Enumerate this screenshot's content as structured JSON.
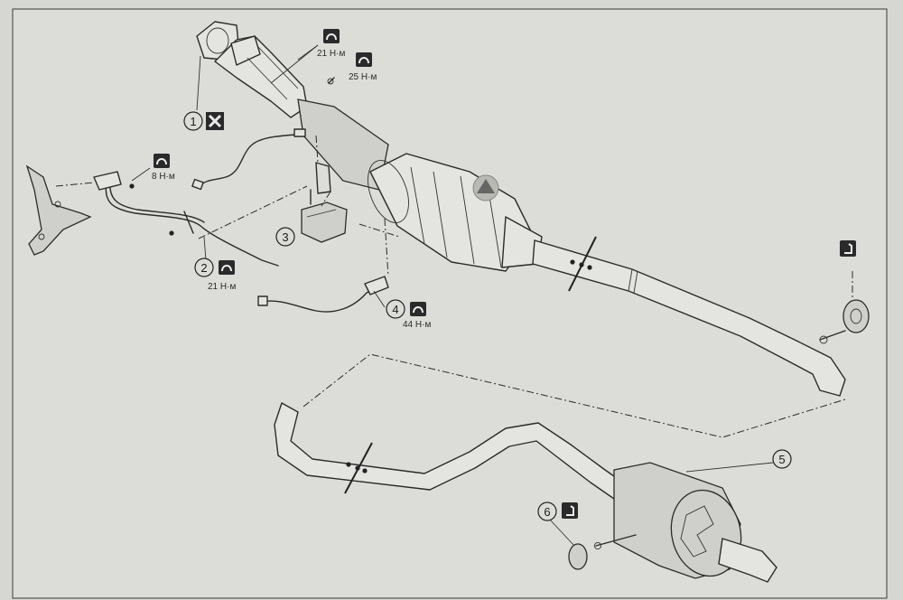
{
  "torque_labels": {
    "t1": "21 Н·м",
    "t2": "25 Н·м",
    "t3": "8 Н·м",
    "t4": "21 Н·м",
    "t5": "44 Н·м"
  },
  "callouts": {
    "c1": "1",
    "c2": "2",
    "c3": "3",
    "c4": "4",
    "c5": "5",
    "c6": "6"
  },
  "icons": {
    "torque": "torque-wrench-icon",
    "replace": "replace-x-icon",
    "lubricate": "lubricate-icon",
    "watermark": "logo-watermark-icon"
  }
}
